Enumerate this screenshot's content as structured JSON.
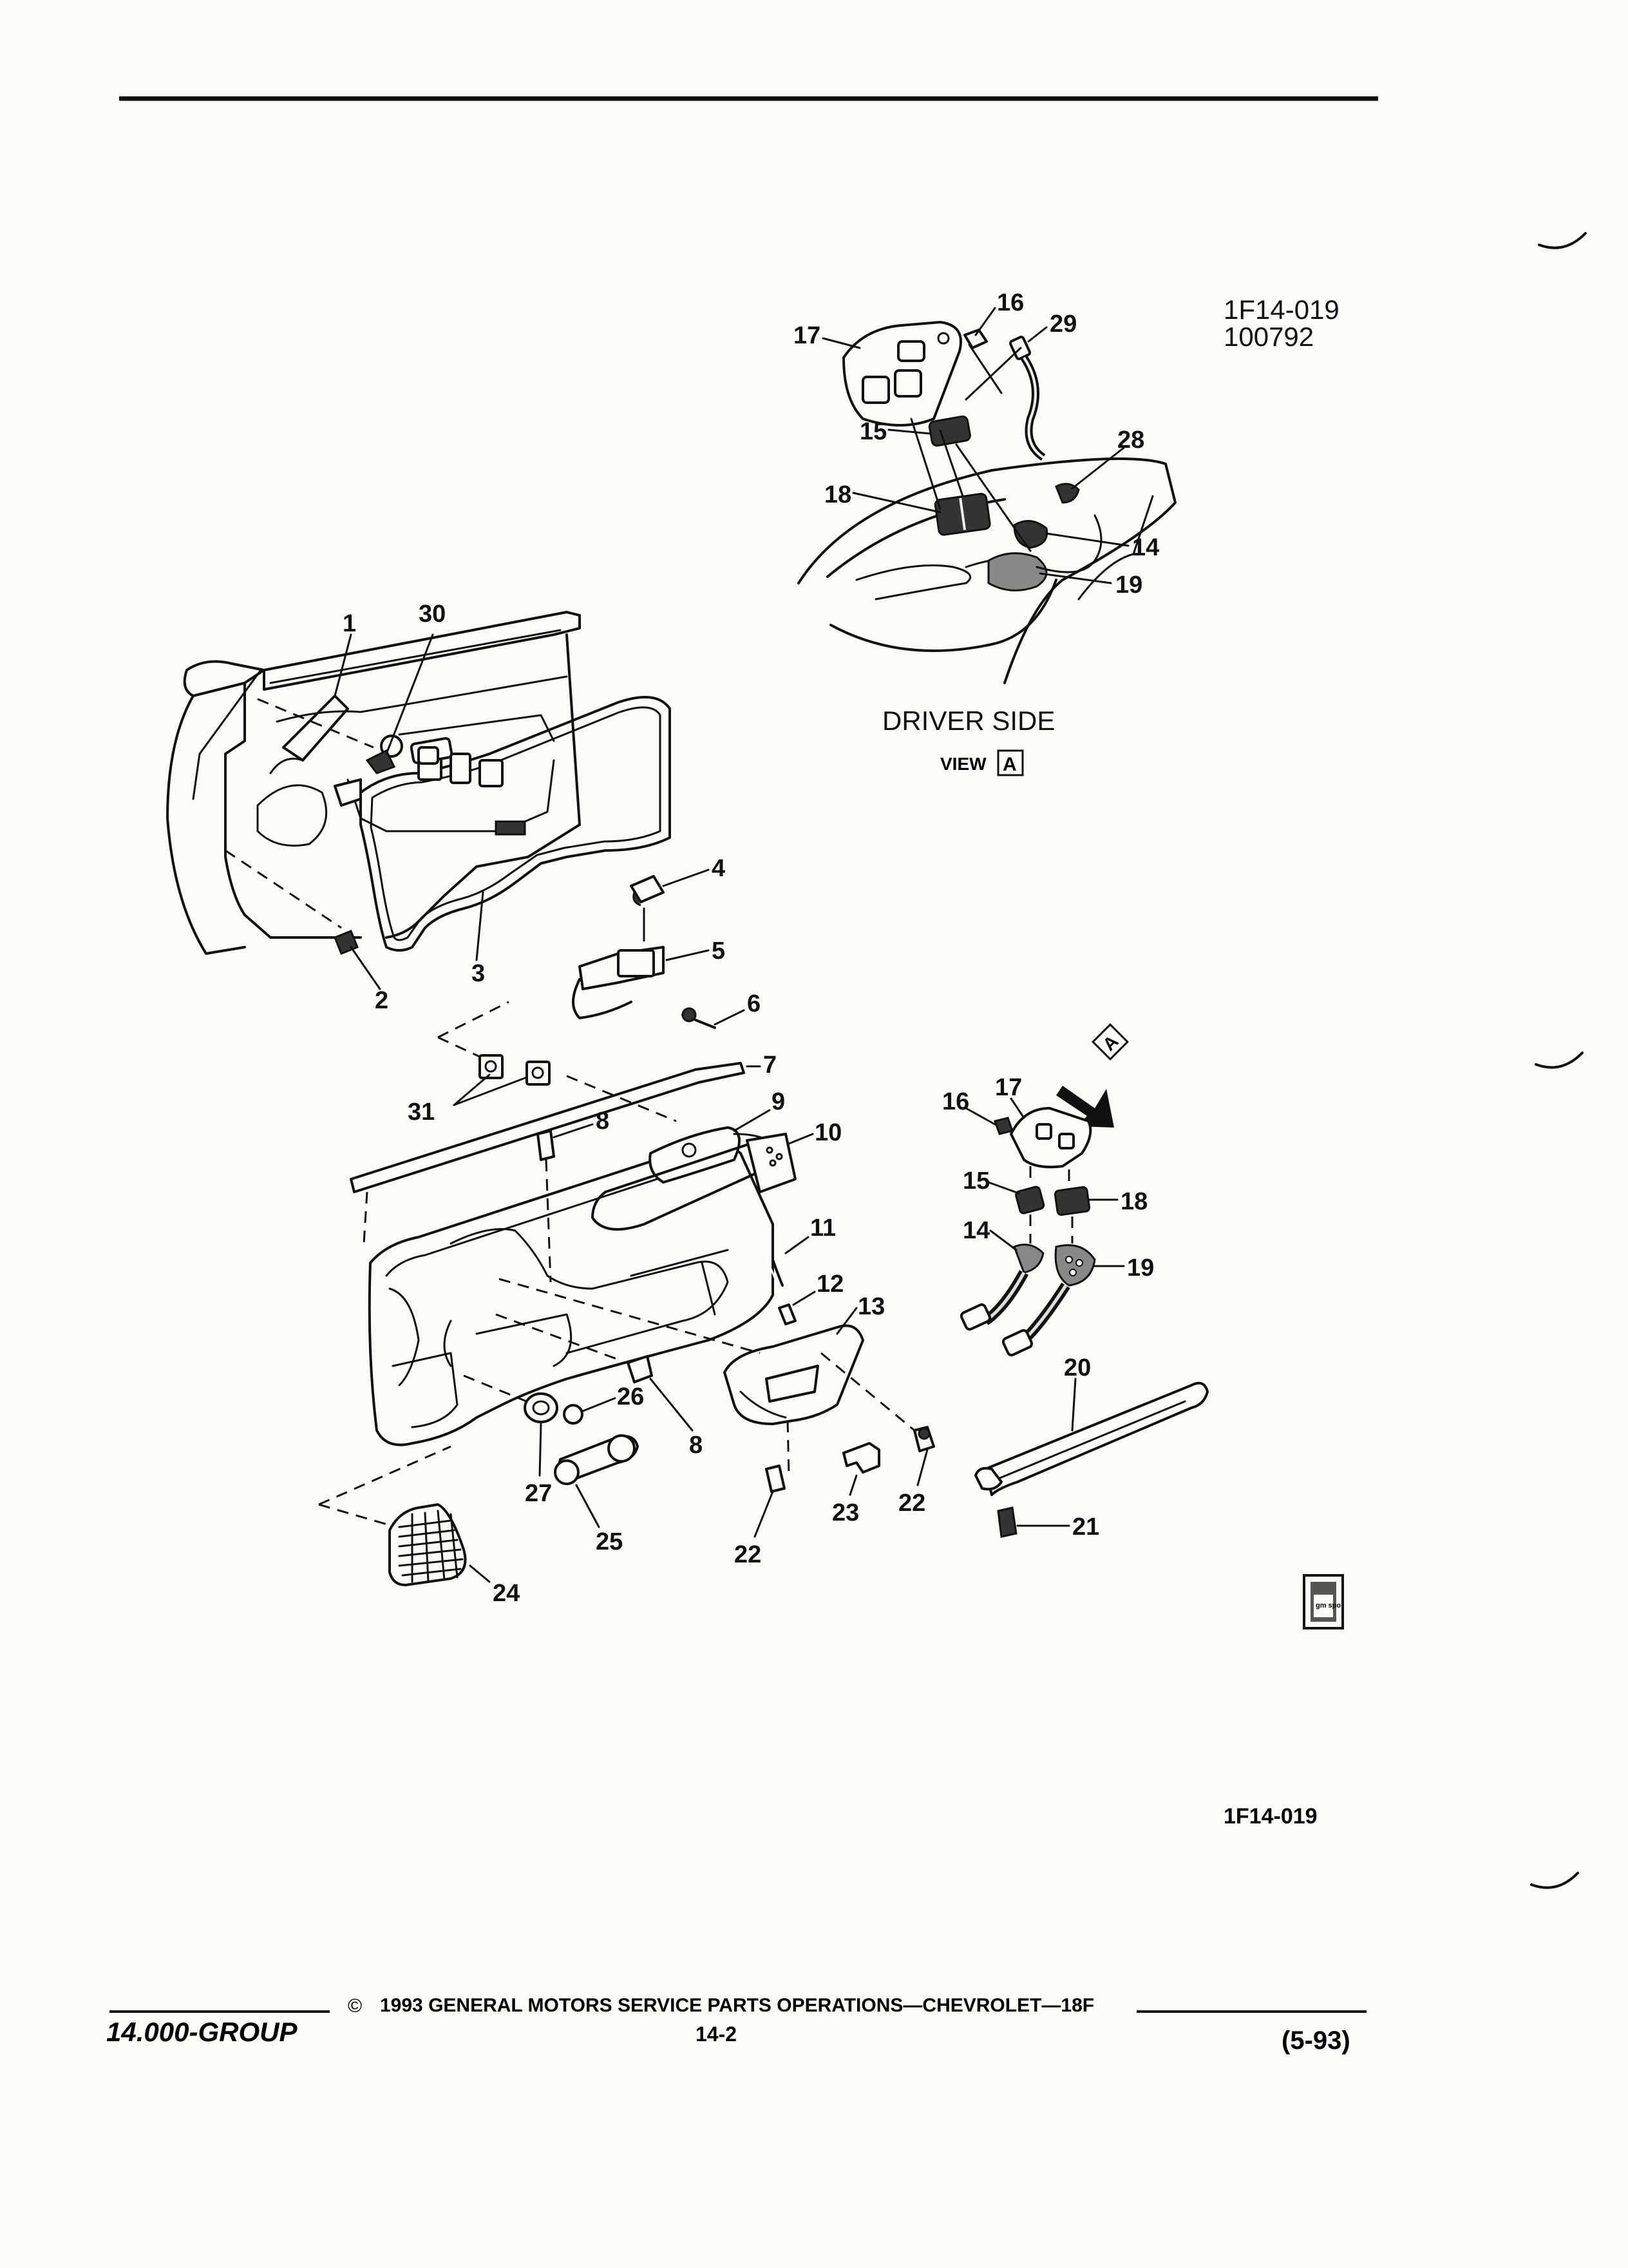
{
  "diagram_id": "1F14-019",
  "diagram_date": "100792",
  "inset_caption": "DRIVER SIDE",
  "inset_view_prefix": "VIEW",
  "inset_view_letter": "A",
  "view_arrow_letter": "A",
  "badge_text": "gm spo",
  "bottom_reference": "1F14-019",
  "callouts": [
    "1",
    "2",
    "3",
    "4",
    "5",
    "6",
    "7",
    "8",
    "9",
    "10",
    "11",
    "12",
    "13",
    "14",
    "15",
    "16",
    "17",
    "18",
    "19",
    "20",
    "21",
    "22",
    "23",
    "24",
    "25",
    "26",
    "27",
    "28",
    "29",
    "30",
    "31"
  ],
  "footer": {
    "copyright_symbol": "©",
    "copyright_text": "1993  GENERAL MOTORS SERVICE PARTS OPERATIONS—CHEVROLET—18F",
    "group_label": "14.000-GROUP",
    "page_number": "14-2",
    "revision": "(5-93)"
  }
}
